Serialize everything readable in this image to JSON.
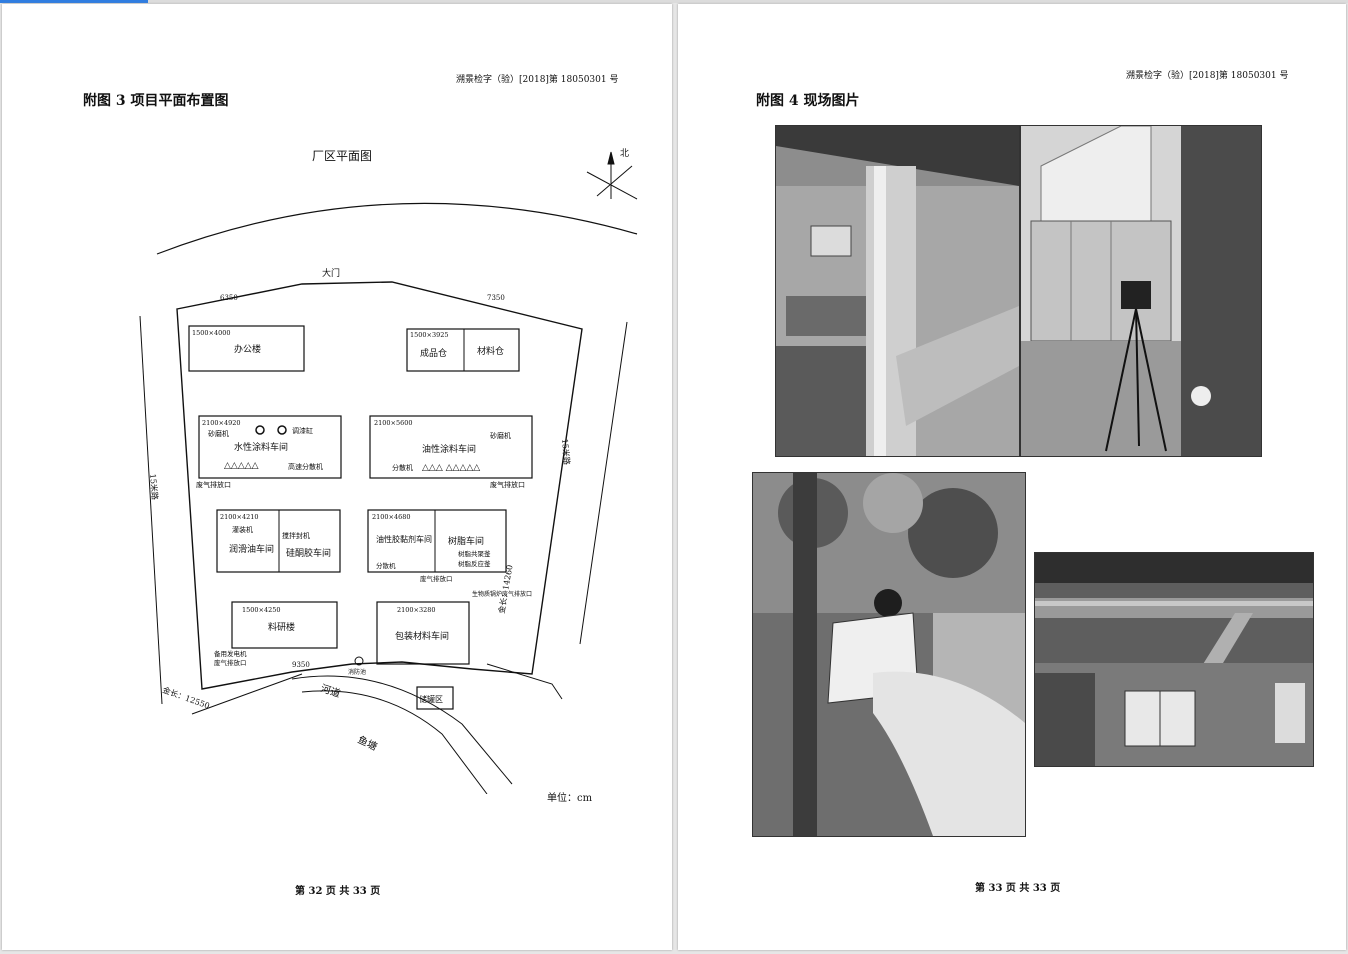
{
  "viewer": {
    "progress": 0.11
  },
  "left_page": {
    "doc_number": "溯景检字（验）[2018]第 18050301 号",
    "figure_title": "附图 3  项目平面布置图",
    "plan_title": "厂区平面图",
    "north_label": "北",
    "unit_label": "单位：cm",
    "footer": "第 32 页 共 33 页",
    "plan": {
      "gate": "大门",
      "dim_6350": "6350",
      "dim_7350": "7350",
      "dim_9350": "9350",
      "dim_12550": "金长：12550",
      "dim_14260": "金长：14260",
      "road_left": "15米路",
      "road_right": "15米路",
      "river": "河道",
      "fishpond": "鱼塘",
      "office": {
        "size": "1500×4000",
        "name": "办公楼"
      },
      "finished_goods": {
        "size": "1500×3925",
        "name": "成品仓"
      },
      "material_store": "材料仓",
      "water_paint": {
        "size": "2100×4920",
        "name": "水性涂料车间",
        "m1": "砂磨机",
        "m2": "调漆缸",
        "m3": "高速分散机",
        "exhaust": "废气排放口"
      },
      "oil_paint": {
        "size": "2100×5600",
        "name": "油性涂料车间",
        "m1": "砂磨机",
        "m2": "分散机",
        "exhaust": "废气排放口"
      },
      "lubricant": {
        "size": "2100×4210",
        "name": "润滑油车间",
        "m1": "灌装机"
      },
      "silicone": {
        "name": "硅酮胶车间",
        "m1": "搅拌封机"
      },
      "oil_adhesive": {
        "size": "2100×4680",
        "name": "油性胶黏剂车间",
        "m1": "分散机"
      },
      "resin": {
        "name": "树脂车间",
        "m1": "树脂反应釜",
        "m2": "树脂共聚釜",
        "exhaust": "废气排放口"
      },
      "material_bldg": {
        "size": "1500×4250",
        "name": "料研楼"
      },
      "packaging": {
        "size": "2100×3280",
        "name": "包装材料车间"
      },
      "storage_tank": "储罐区",
      "generator": "备用发电机",
      "generator_exhaust": "废气排放口",
      "bio_furnace": "生物质锅炉废气排放口",
      "fire_pool": "消防池"
    }
  },
  "right_page": {
    "doc_number": "溯景检字（验）[2018]第 18050301 号",
    "figure_title": "附图 4  现场图片",
    "footer": "第 33 页 共 33 页"
  }
}
